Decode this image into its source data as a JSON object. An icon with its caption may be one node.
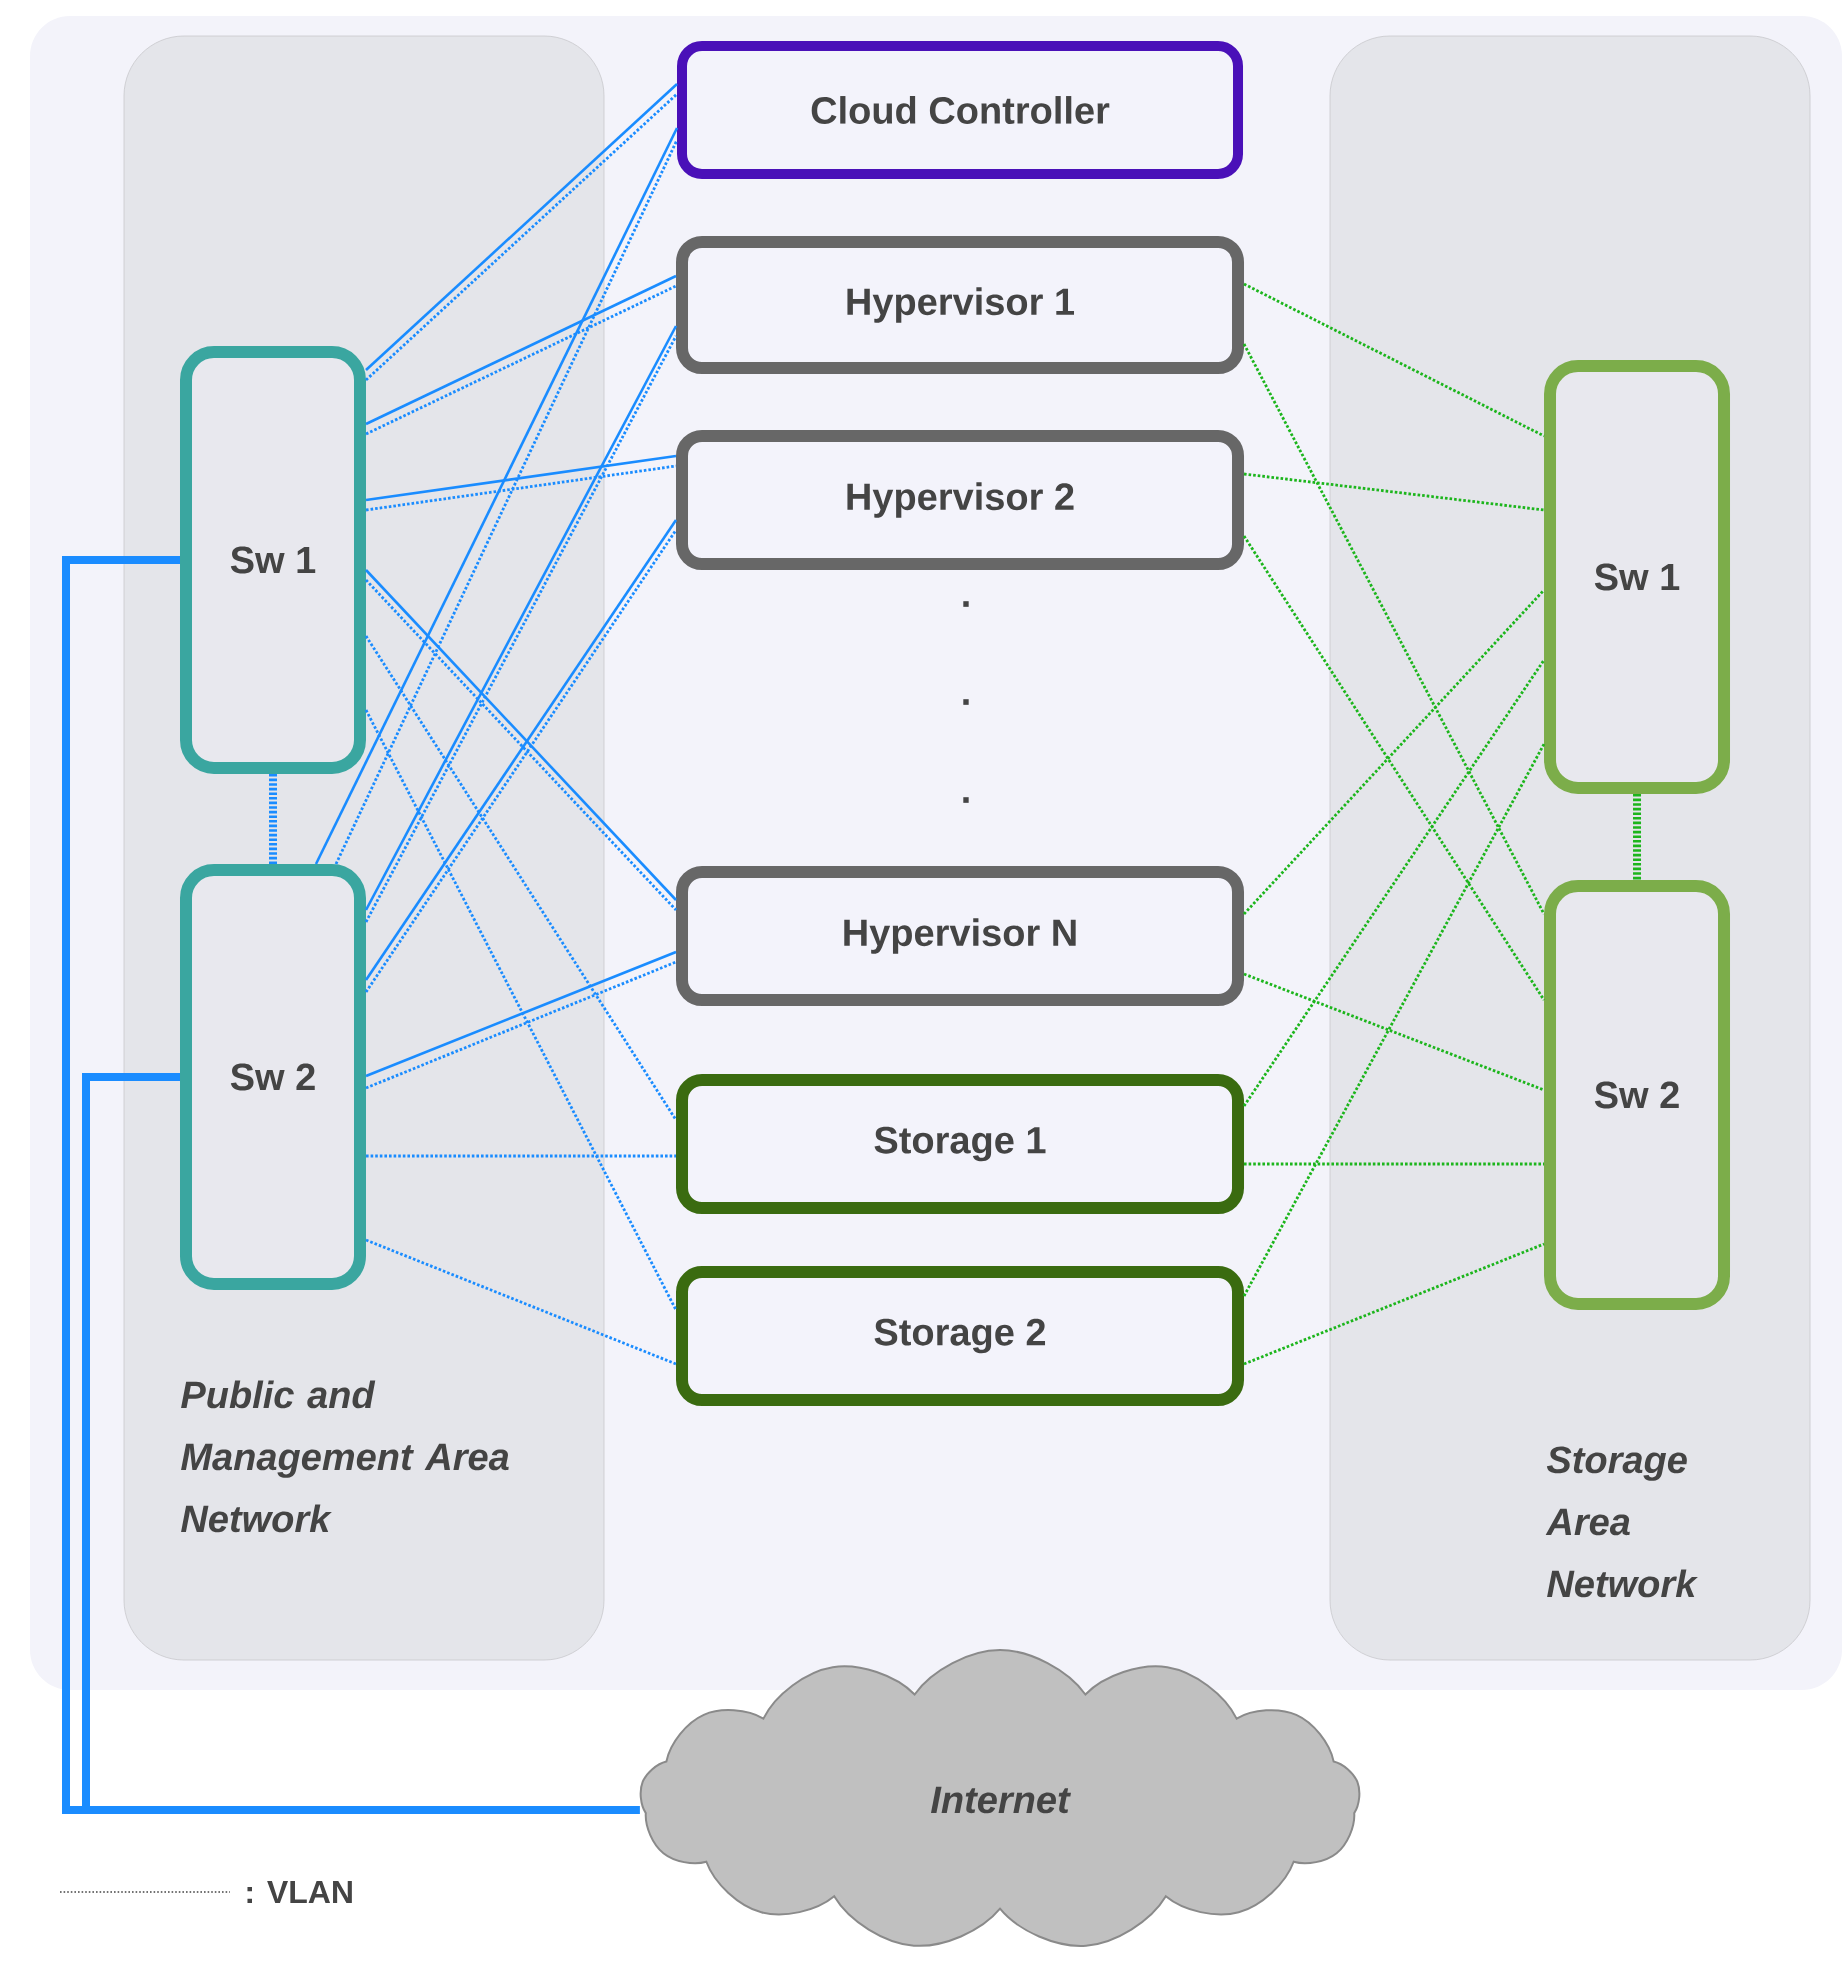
{
  "diagram": {
    "nodes": [
      {
        "text": [
          "Public and Management Area Network"
        ]
      },
      {
        "text": [
          "Sw 1"
        ],
        "in": 0
      },
      {
        "text": [
          "Sw 2"
        ],
        "in": 0
      },
      {
        "text": [
          "Cloud Controller"
        ]
      },
      {
        "text": [
          "Hypervisor 1"
        ]
      },
      {
        "text": [
          "Hypervisor 2"
        ]
      },
      {
        "text": [
          "Hypervisor N"
        ]
      },
      {
        "text": [
          "Storage 1"
        ]
      },
      {
        "text": [
          "Storage 2"
        ]
      },
      {
        "text": [
          "Storage Area Network"
        ]
      },
      {
        "text": [
          "Sw 1"
        ],
        "in": 9
      },
      {
        "text": [
          "Sw 2"
        ],
        "in": 9
      },
      {
        "text": [
          "Internet"
        ]
      }
    ],
    "edges": [
      {
        "from": 1,
        "to": 3,
        "arrow": "none"
      },
      {
        "from": 1,
        "to": 3,
        "arrow": "none",
        "style": "dashed"
      },
      {
        "from": 1,
        "to": 4,
        "arrow": "none"
      },
      {
        "from": 1,
        "to": 4,
        "arrow": "none",
        "style": "dashed"
      },
      {
        "from": 1,
        "to": 5,
        "arrow": "none"
      },
      {
        "from": 1,
        "to": 5,
        "arrow": "none",
        "style": "dashed"
      },
      {
        "from": 1,
        "to": 6,
        "arrow": "none"
      },
      {
        "from": 1,
        "to": 6,
        "arrow": "none",
        "style": "dashed"
      },
      {
        "from": 1,
        "to": 7,
        "arrow": "none",
        "style": "dashed"
      },
      {
        "from": 1,
        "to": 8,
        "arrow": "none",
        "style": "dashed"
      },
      {
        "from": 2,
        "to": 3,
        "arrow": "none"
      },
      {
        "from": 2,
        "to": 3,
        "arrow": "none",
        "style": "dashed"
      },
      {
        "from": 2,
        "to": 4,
        "arrow": "none"
      },
      {
        "from": 2,
        "to": 4,
        "arrow": "none",
        "style": "dashed"
      },
      {
        "from": 2,
        "to": 5,
        "arrow": "none"
      },
      {
        "from": 2,
        "to": 5,
        "arrow": "none",
        "style": "dashed"
      },
      {
        "from": 2,
        "to": 6,
        "arrow": "none"
      },
      {
        "from": 2,
        "to": 6,
        "arrow": "none",
        "style": "dashed"
      },
      {
        "from": 2,
        "to": 7,
        "arrow": "none",
        "style": "dashed"
      },
      {
        "from": 2,
        "to": 8,
        "arrow": "none",
        "style": "dashed"
      },
      {
        "from": 1,
        "to": 2,
        "arrow": "none",
        "style": "dashed"
      },
      {
        "from": 1,
        "to": 12,
        "arrow": "none",
        "style": "thick"
      },
      {
        "from": 2,
        "to": 12,
        "arrow": "none",
        "style": "thick"
      },
      {
        "from": 4,
        "to": 10,
        "arrow": "none",
        "style": "dashed",
        "color": "#1cb51c"
      },
      {
        "from": 4,
        "to": 11,
        "arrow": "none",
        "style": "dashed",
        "color": "#1cb51c"
      },
      {
        "from": 5,
        "to": 10,
        "arrow": "none",
        "style": "dashed",
        "color": "#1cb51c"
      },
      {
        "from": 5,
        "to": 11,
        "arrow": "none",
        "style": "dashed",
        "color": "#1cb51c"
      },
      {
        "from": 6,
        "to": 10,
        "arrow": "none",
        "style": "dashed",
        "color": "#1cb51c"
      },
      {
        "from": 6,
        "to": 11,
        "arrow": "none",
        "style": "dashed",
        "color": "#1cb51c"
      },
      {
        "from": 7,
        "to": 10,
        "arrow": "none",
        "style": "dashed",
        "color": "#1cb51c"
      },
      {
        "from": 7,
        "to": 11,
        "arrow": "none",
        "style": "dashed",
        "color": "#1cb51c"
      },
      {
        "from": 8,
        "to": 10,
        "arrow": "none",
        "style": "dashed",
        "color": "#1cb51c"
      },
      {
        "from": 8,
        "to": 11,
        "arrow": "none",
        "style": "dashed",
        "color": "#1cb51c"
      },
      {
        "from": 10,
        "to": 11,
        "arrow": "none",
        "style": "dashed",
        "color": "#1cb51c"
      }
    ],
    "labels": [
      ".",
      ".",
      "."
    ],
    "legend": [
      {
        "text": ": VLAN"
      }
    ]
  }
}
